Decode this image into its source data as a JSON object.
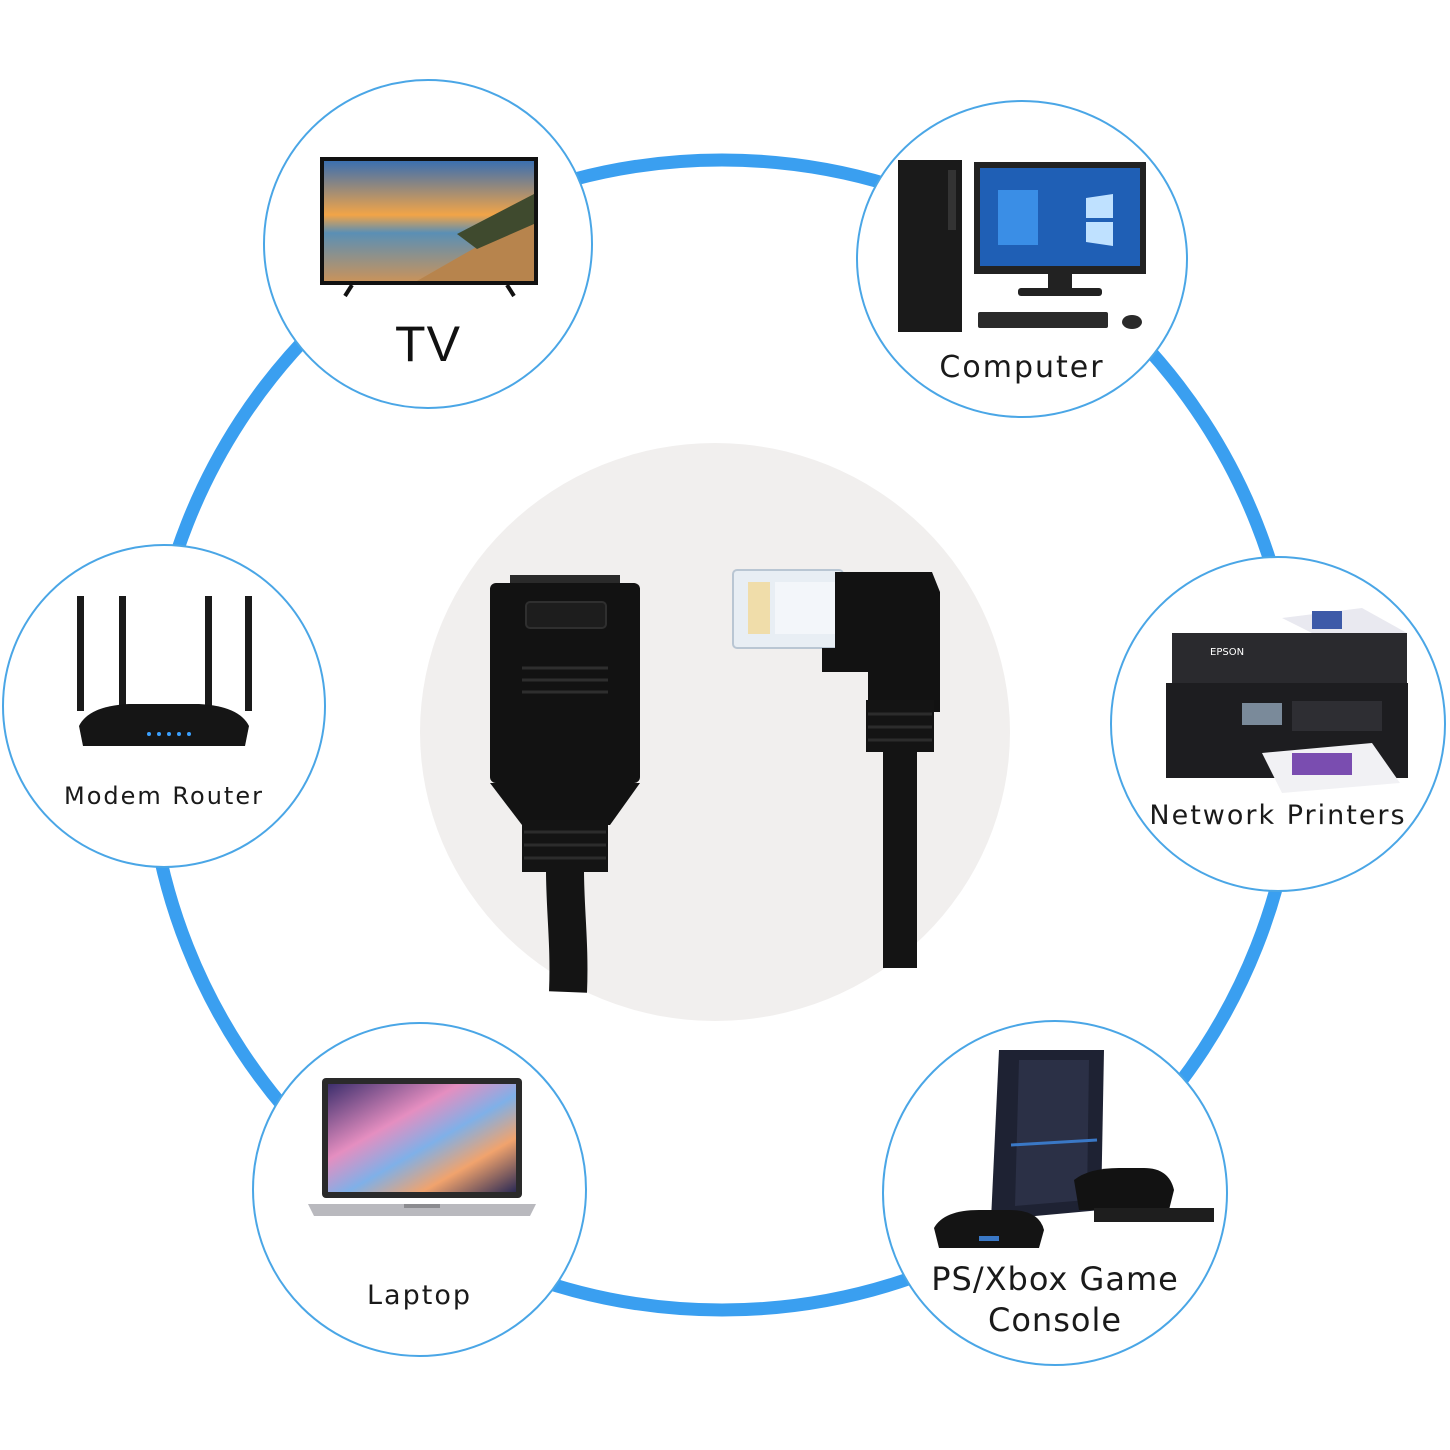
{
  "colors": {
    "ring": "#3a9ff0",
    "circle_border": "#4aa6e6",
    "center_background": "#f1efee",
    "cable": "#141414",
    "label_text": "#1a1a1a"
  },
  "devices": {
    "tv": {
      "label": "TV",
      "icon": "tv-icon"
    },
    "computer": {
      "label": "Computer",
      "icon": "desktop-computer-icon"
    },
    "router": {
      "label": "Modem Router",
      "icon": "wifi-router-icon"
    },
    "printer": {
      "label": "Network Printers",
      "icon": "printer-icon",
      "brand_text": "EPSON"
    },
    "laptop": {
      "label": "Laptop",
      "icon": "laptop-icon"
    },
    "console": {
      "label_line1": "PS/Xbox Game",
      "label_line2": "Console",
      "icon": "game-console-icon"
    }
  },
  "cable": {
    "female_connector_icon": "rj45-female-connector-icon",
    "male_connector_icon": "rj45-right-angle-plug-icon"
  }
}
